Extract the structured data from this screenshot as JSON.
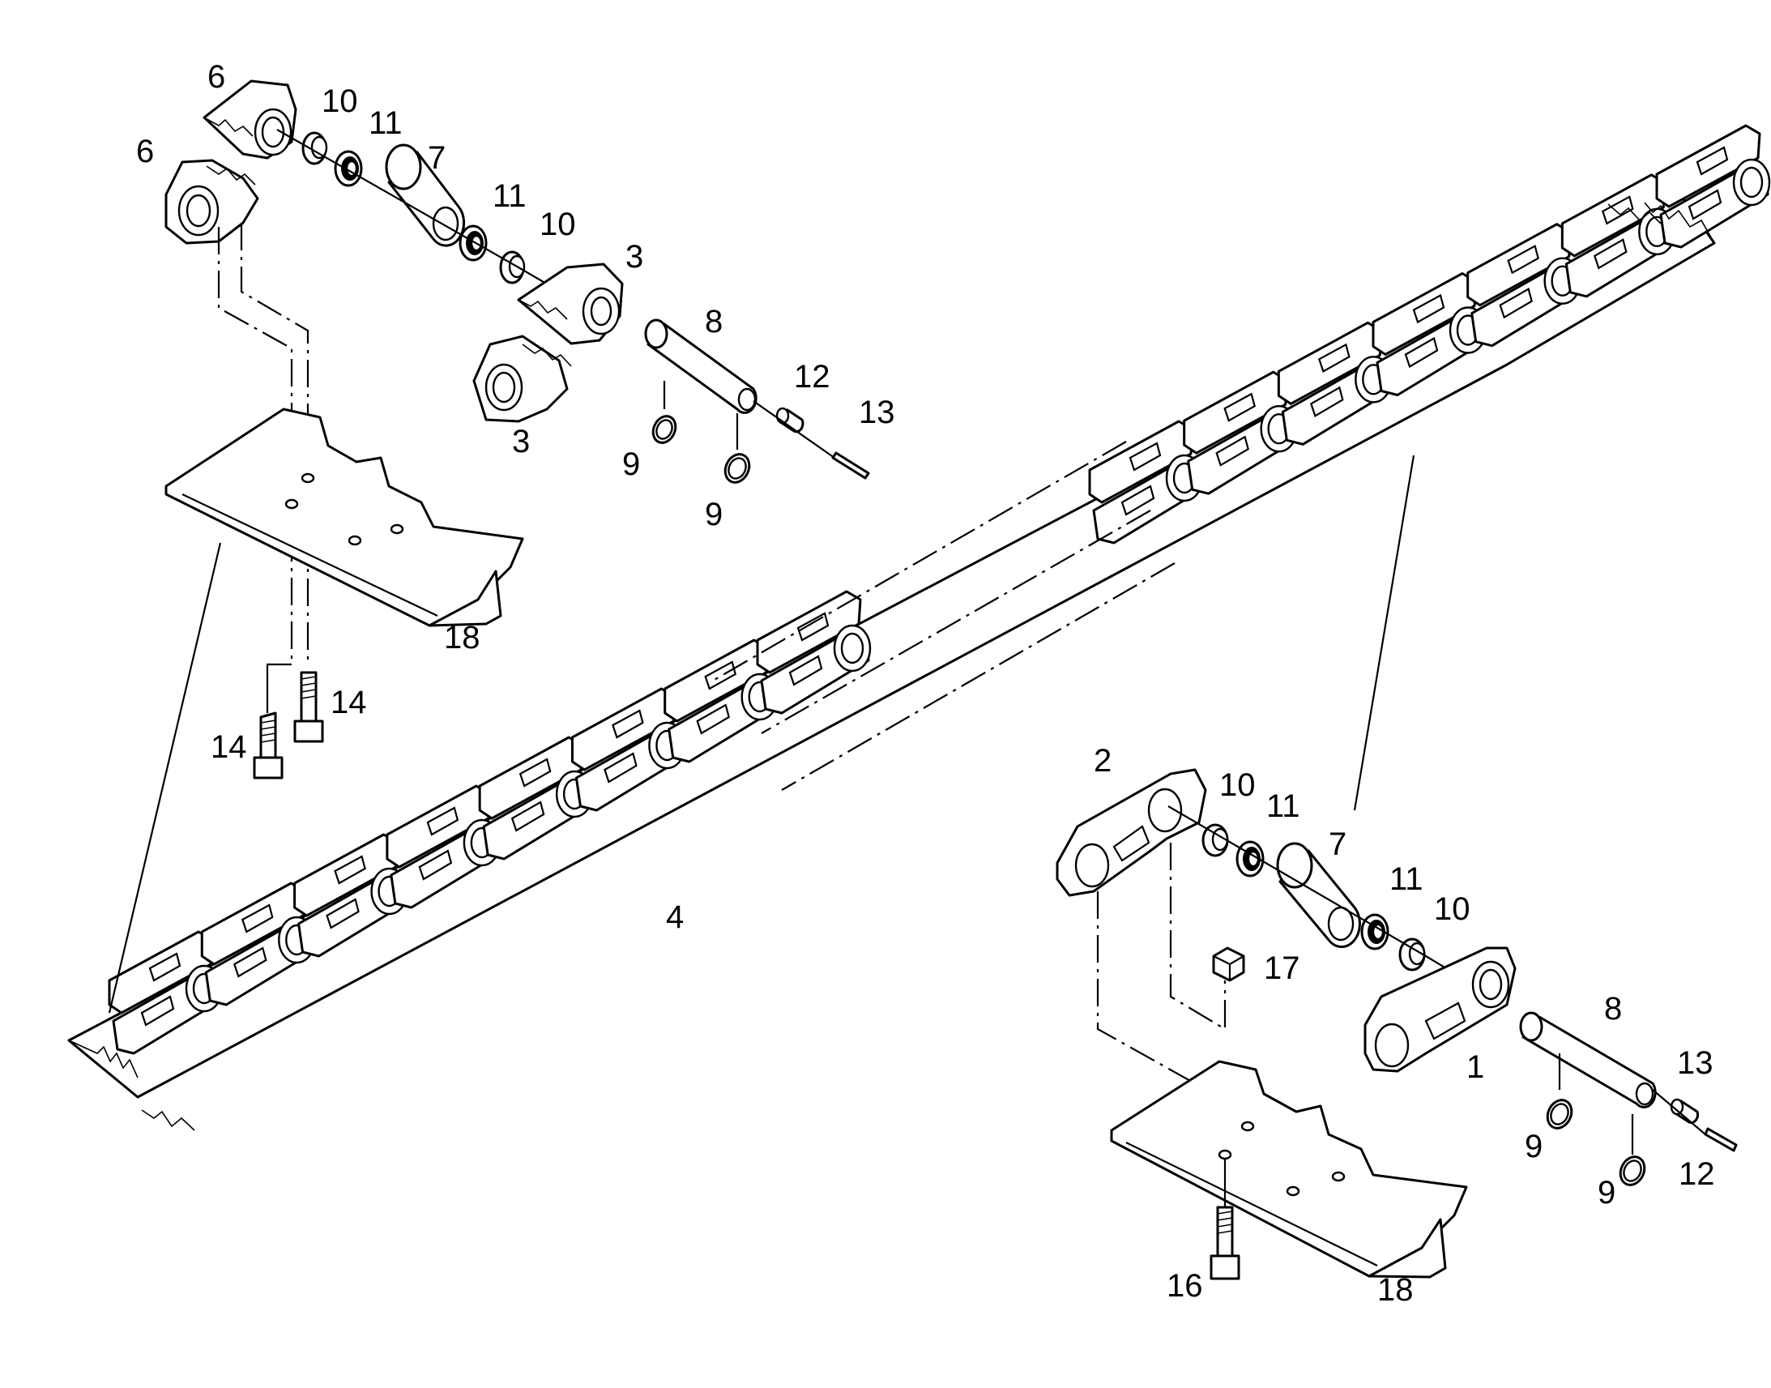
{
  "callouts": {
    "c1": "1",
    "c2": "2",
    "c3a": "3",
    "c3b": "3",
    "c4": "4",
    "c6a": "6",
    "c6b": "6",
    "c7a": "7",
    "c7b": "7",
    "c8a": "8",
    "c8b": "8",
    "c9a": "9",
    "c9b": "9",
    "c9c": "9",
    "c9d": "9",
    "c10a": "10",
    "c10b": "10",
    "c10c": "10",
    "c10d": "10",
    "c11a": "11",
    "c11b": "11",
    "c11c": "11",
    "c11d": "11",
    "c12a": "12",
    "c12b": "12",
    "c13a": "13",
    "c13b": "13",
    "c14a": "14",
    "c14b": "14",
    "c16": "16",
    "c17": "17",
    "c18a": "18",
    "c18b": "18"
  }
}
